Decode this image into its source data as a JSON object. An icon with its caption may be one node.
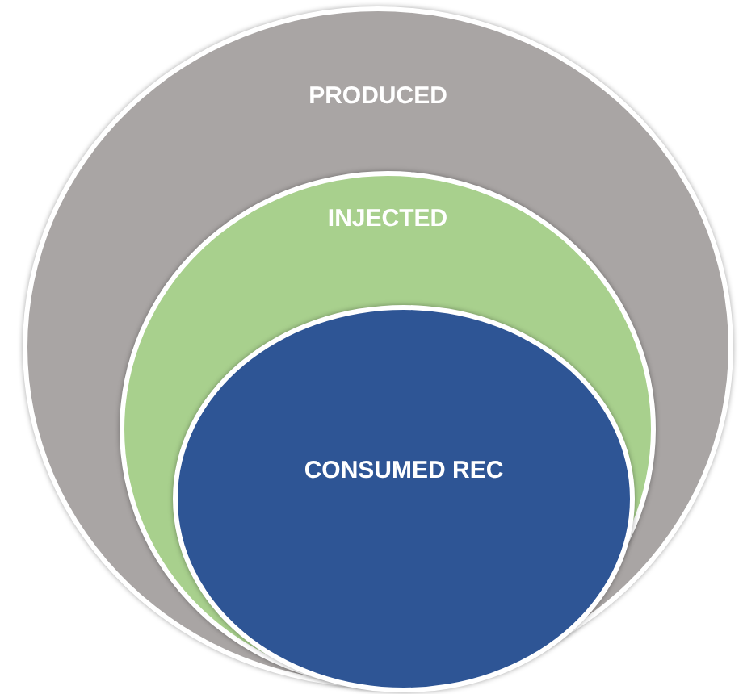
{
  "diagram": {
    "nodes": [
      {
        "text": [
          "PRODUCED"
        ]
      },
      {
        "text": [
          "INJECTED"
        ],
        "in": 0
      },
      {
        "text": [
          "CONSUMED REC"
        ],
        "in": 1
      }
    ]
  }
}
